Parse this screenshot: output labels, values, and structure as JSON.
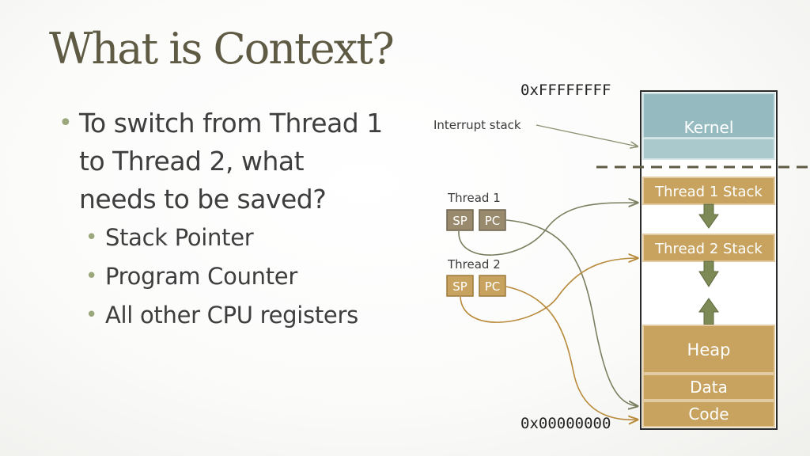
{
  "slide": {
    "title": "What is Context?",
    "bullets": [
      {
        "text": "To switch from Thread 1 to Thread 2, what needs to be saved?",
        "line1": "To switch from Thread 1",
        "line2": "to Thread 2, what",
        "line3": "needs to be saved?"
      },
      {
        "text": "Stack Pointer"
      },
      {
        "text": "Program Counter"
      },
      {
        "text": "All other CPU registers"
      }
    ]
  },
  "diagram": {
    "addr_high": "0xFFFFFFFF",
    "addr_low": "0x00000000",
    "interrupt_label": "Interrupt stack",
    "thread1_label": "Thread 1",
    "thread2_label": "Thread 2",
    "sp_label": "SP",
    "pc_label": "PC",
    "segments": {
      "kernel": "Kernel",
      "thread1_stack": "Thread 1 Stack",
      "thread2_stack": "Thread 2 Stack",
      "heap": "Heap",
      "data": "Data",
      "code": "Code"
    }
  },
  "colors": {
    "title": "#5e5a43",
    "segment_fill": "#c8a35f",
    "segment_border": "#a07a35",
    "kernel_fill": "#95bbc0",
    "arrow_fill": "#7d8a55",
    "thread1_arrow": "#7b7f5f",
    "thread2_arrow": "#b88a3a",
    "register_fill": "#998a6e"
  }
}
